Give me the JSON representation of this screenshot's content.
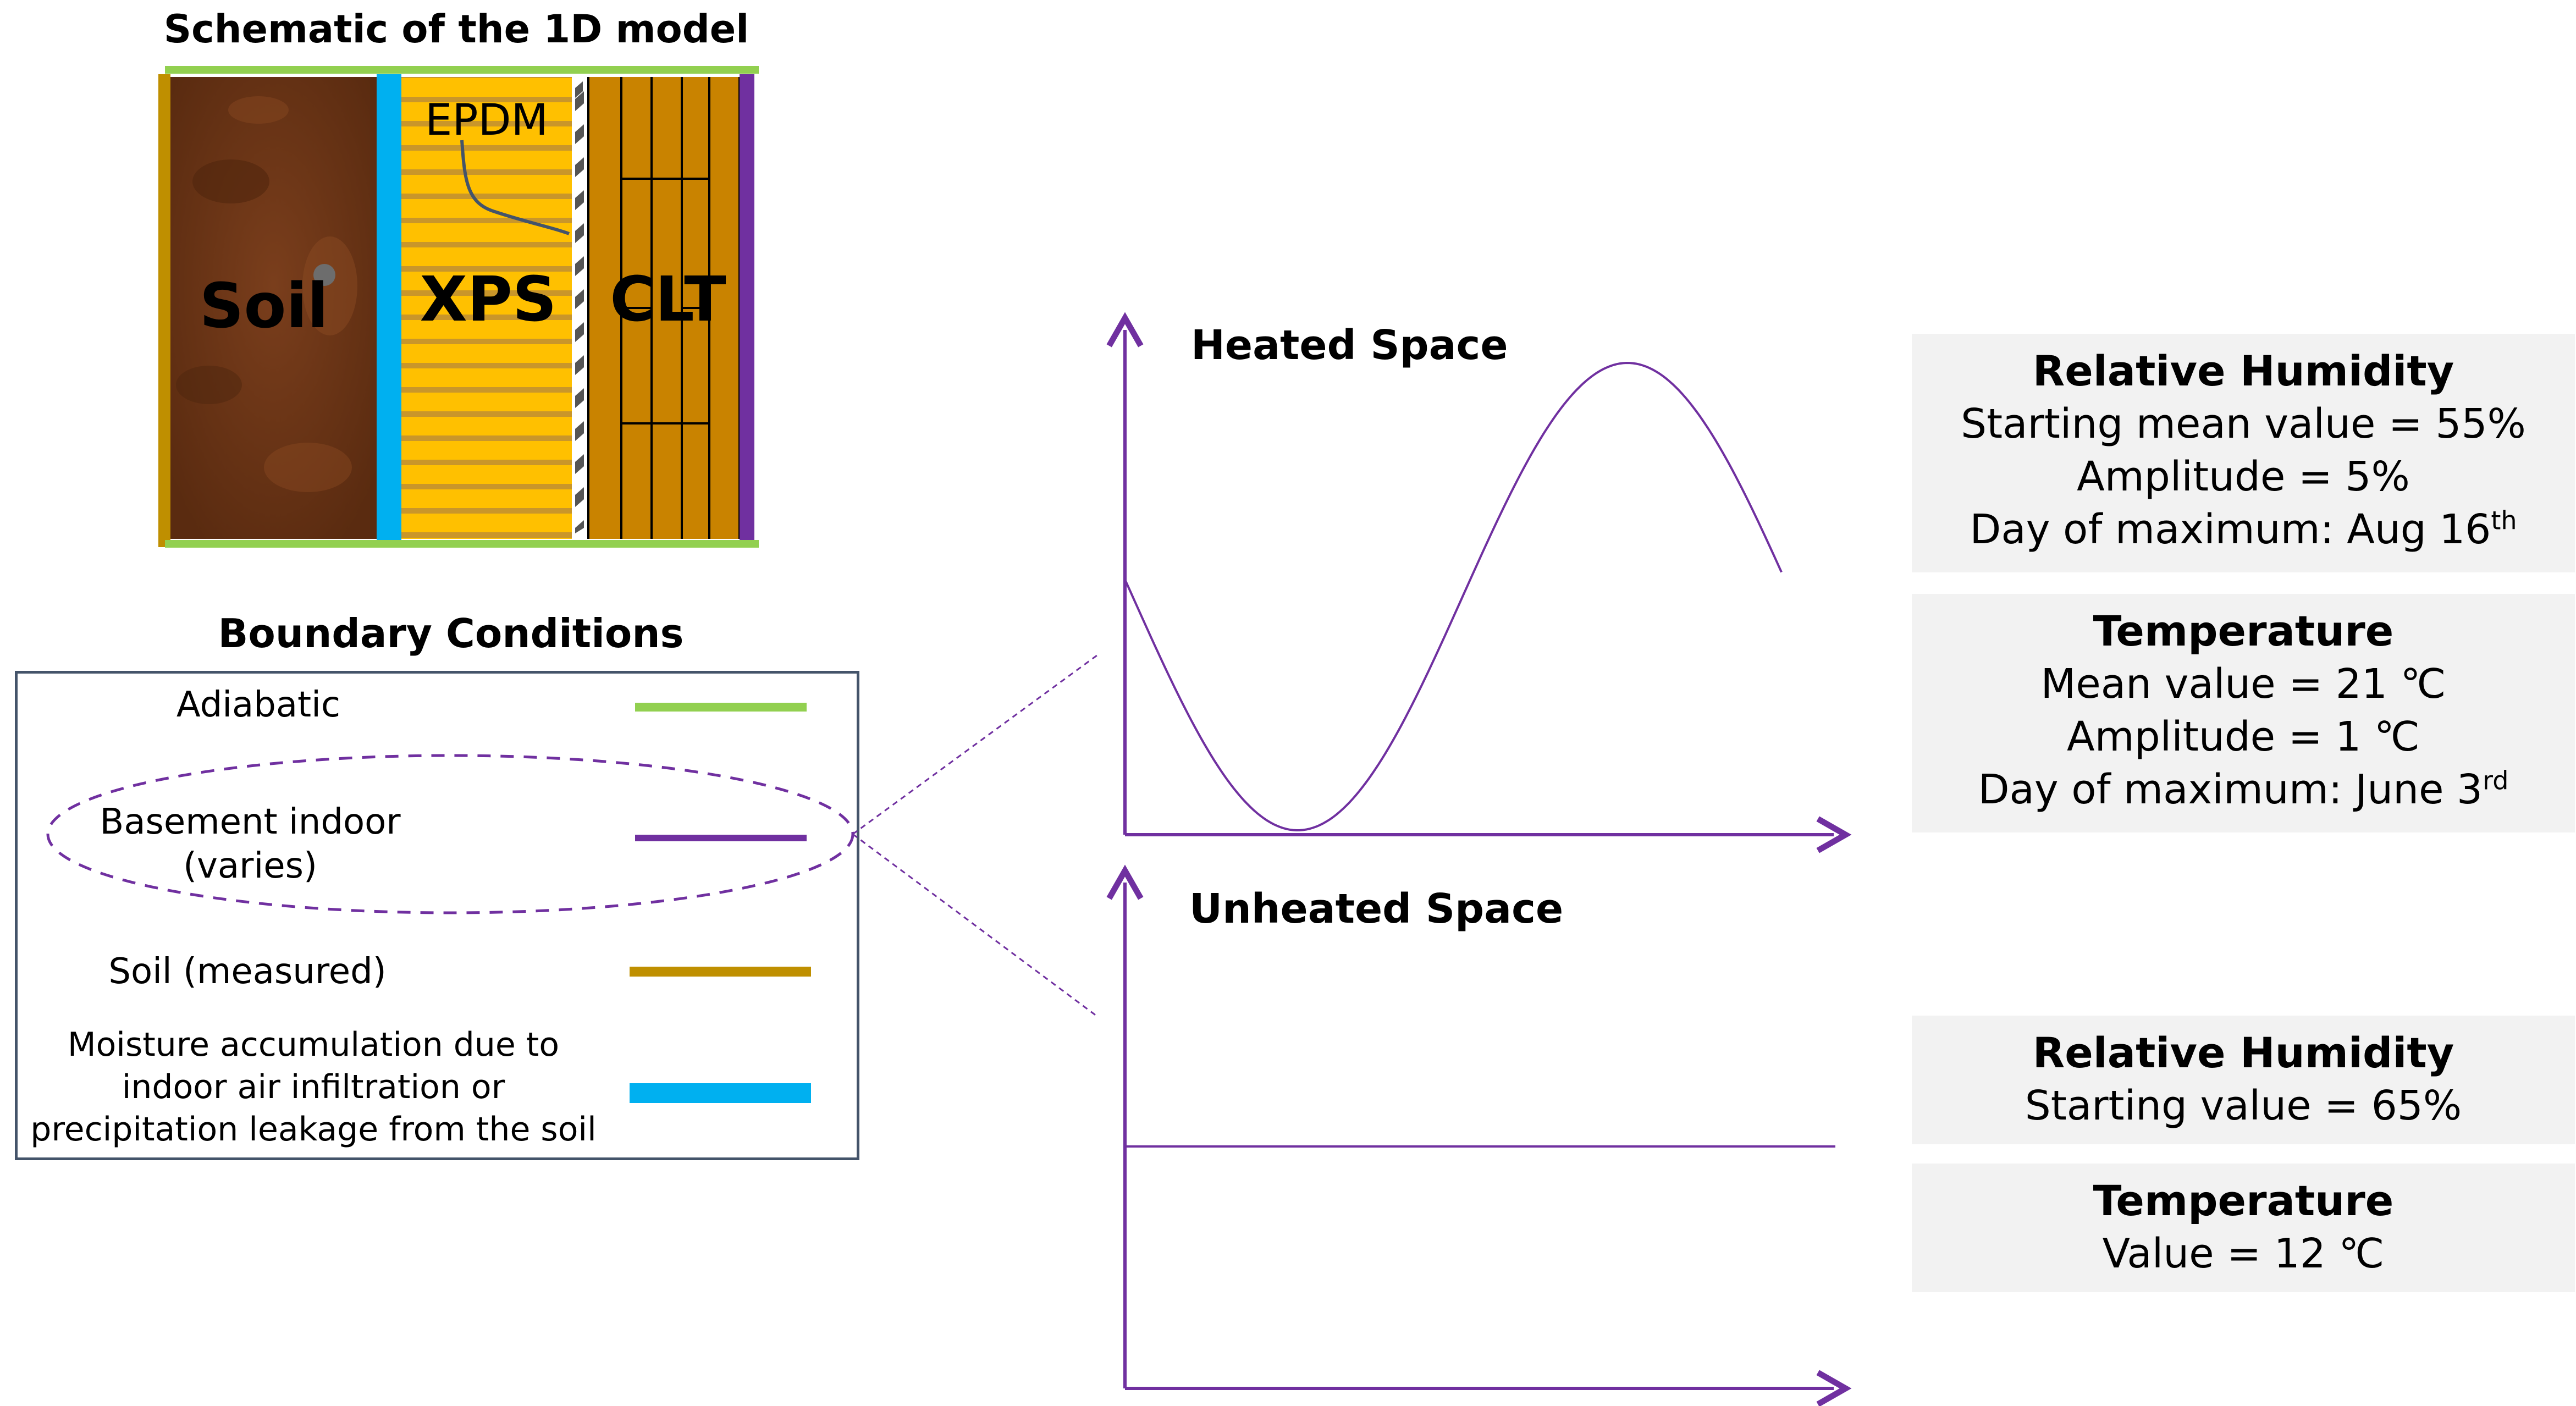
{
  "schematic": {
    "title": "Schematic of the 1D model",
    "layers": {
      "soil": "Soil",
      "xps": "XPS",
      "clt": "CLT",
      "epdm": "EPDM"
    }
  },
  "boundary": {
    "title": "Boundary Conditions",
    "items": [
      {
        "label": "Adiabatic",
        "color": "#92d050"
      },
      {
        "label_line1": "Basement indoor",
        "label_line2": "(varies)",
        "color": "#7030a0"
      },
      {
        "label": "Soil (measured)",
        "color": "#bf8f00"
      },
      {
        "label_line1": "Moisture accumulation due to",
        "label_line2": "indoor air infiltration or",
        "label_line3": "precipitation leakage from the soil",
        "color": "#00b0f0"
      }
    ]
  },
  "heated": {
    "title": "Heated Space",
    "rh": {
      "title": "Relative Humidity",
      "line1": "Starting mean value = 55%",
      "line2": "Amplitude = 5%",
      "line3_main": "Day of maximum: Aug 16",
      "line3_sup": "th"
    },
    "temp": {
      "title": "Temperature",
      "line1": "Mean value = 21 ℃",
      "line2": "Amplitude = 1 ℃",
      "line3_main": "Day of maximum: June 3",
      "line3_sup": "rd"
    }
  },
  "unheated": {
    "title": "Unheated Space",
    "rh": {
      "title": "Relative Humidity",
      "line1": "Starting value = 65%"
    },
    "temp": {
      "title": "Temperature",
      "line1": "Value = 12 ℃"
    }
  },
  "colors": {
    "purple": "#7030a0",
    "green": "#92d050",
    "gold": "#bf8f00",
    "blue": "#00b0f0",
    "soil": "#6b3416",
    "xps": "#ffc000",
    "clt": "#c98300",
    "panel_bg": "#f2f2f2"
  }
}
